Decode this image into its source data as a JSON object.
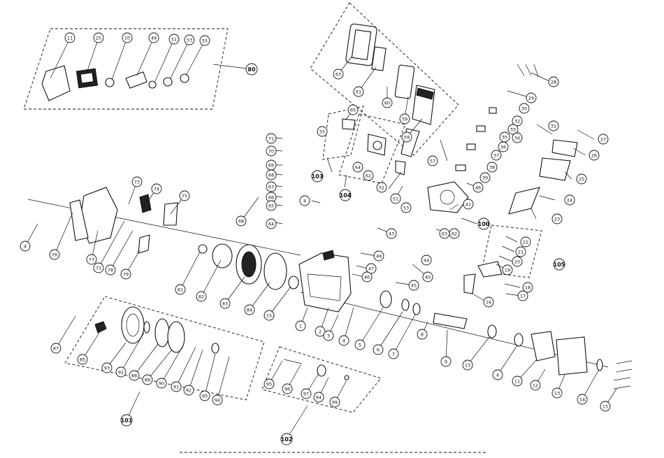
{
  "diagram": {
    "callouts": [
      {
        "id": "c11",
        "label": "11"
      },
      {
        "id": "c25",
        "label": "25"
      },
      {
        "id": "c10",
        "label": "10"
      },
      {
        "id": "c49",
        "label": "49"
      },
      {
        "id": "c51",
        "label": "51"
      },
      {
        "id": "c53",
        "label": "53"
      },
      {
        "id": "c55",
        "label": "55"
      },
      {
        "id": "c80",
        "label": "80"
      },
      {
        "id": "c63",
        "label": "63"
      },
      {
        "id": "c61",
        "label": "61"
      },
      {
        "id": "c60",
        "label": "60"
      },
      {
        "id": "c59a",
        "label": "59"
      },
      {
        "id": "c59b",
        "label": "59"
      },
      {
        "id": "c65",
        "label": "65"
      },
      {
        "id": "c55b",
        "label": "55"
      },
      {
        "id": "c64",
        "label": "64"
      },
      {
        "id": "c62",
        "label": "62"
      },
      {
        "id": "c103",
        "label": "103"
      },
      {
        "id": "c104",
        "label": "104"
      },
      {
        "id": "c52",
        "label": "52"
      },
      {
        "id": "c57",
        "label": "57"
      },
      {
        "id": "c28",
        "label": "28"
      },
      {
        "id": "c29",
        "label": "29"
      },
      {
        "id": "c30",
        "label": "30"
      },
      {
        "id": "c32",
        "label": "32"
      },
      {
        "id": "c31",
        "label": "31"
      },
      {
        "id": "c33",
        "label": "33"
      },
      {
        "id": "c34",
        "label": "34"
      },
      {
        "id": "c35",
        "label": "35"
      },
      {
        "id": "c36",
        "label": "36"
      },
      {
        "id": "c37",
        "label": "37"
      },
      {
        "id": "c38",
        "label": "38"
      },
      {
        "id": "c39",
        "label": "39"
      },
      {
        "id": "c27",
        "label": "27"
      },
      {
        "id": "c26",
        "label": "26"
      },
      {
        "id": "c25b",
        "label": "25"
      },
      {
        "id": "c24",
        "label": "24"
      },
      {
        "id": "c23",
        "label": "23"
      },
      {
        "id": "c71",
        "label": "71"
      },
      {
        "id": "c70",
        "label": "70"
      },
      {
        "id": "c69",
        "label": "69"
      },
      {
        "id": "c68",
        "label": "68"
      },
      {
        "id": "c67",
        "label": "67"
      },
      {
        "id": "c66",
        "label": "66"
      },
      {
        "id": "c65b",
        "label": "65"
      },
      {
        "id": "c64b",
        "label": "64"
      },
      {
        "id": "c4a",
        "label": "4"
      },
      {
        "id": "c68b",
        "label": "68"
      },
      {
        "id": "c73",
        "label": "73"
      },
      {
        "id": "c74",
        "label": "74"
      },
      {
        "id": "c75",
        "label": "75"
      },
      {
        "id": "c4b",
        "label": "4"
      },
      {
        "id": "c76",
        "label": "76"
      },
      {
        "id": "c77",
        "label": "77"
      },
      {
        "id": "c72",
        "label": "72"
      },
      {
        "id": "c78",
        "label": "78"
      },
      {
        "id": "c79",
        "label": "79"
      },
      {
        "id": "c51b",
        "label": "51"
      },
      {
        "id": "c53b",
        "label": "53"
      },
      {
        "id": "c41",
        "label": "41"
      },
      {
        "id": "c46",
        "label": "46"
      },
      {
        "id": "c100",
        "label": "100"
      },
      {
        "id": "c43",
        "label": "43"
      },
      {
        "id": "c63b",
        "label": "63"
      },
      {
        "id": "c62b",
        "label": "62"
      },
      {
        "id": "c40",
        "label": "40"
      },
      {
        "id": "c22",
        "label": "22"
      },
      {
        "id": "c21",
        "label": "21"
      },
      {
        "id": "c20",
        "label": "20"
      },
      {
        "id": "c19",
        "label": "19"
      },
      {
        "id": "c105",
        "label": "105"
      },
      {
        "id": "c18",
        "label": "18"
      },
      {
        "id": "c17",
        "label": "17"
      },
      {
        "id": "c16",
        "label": "16"
      },
      {
        "id": "c48",
        "label": "48"
      },
      {
        "id": "c44",
        "label": "44"
      },
      {
        "id": "c47",
        "label": "47"
      },
      {
        "id": "c46b",
        "label": "46"
      },
      {
        "id": "c45",
        "label": "45"
      },
      {
        "id": "c81",
        "label": "81"
      },
      {
        "id": "c82",
        "label": "82"
      },
      {
        "id": "c83",
        "label": "83"
      },
      {
        "id": "c84",
        "label": "84"
      },
      {
        "id": "c15",
        "label": "15"
      },
      {
        "id": "c1",
        "label": "1"
      },
      {
        "id": "c2",
        "label": "2"
      },
      {
        "id": "c3",
        "label": "3"
      },
      {
        "id": "c4c",
        "label": "4"
      },
      {
        "id": "c5",
        "label": "5"
      },
      {
        "id": "c6",
        "label": "6"
      },
      {
        "id": "c7",
        "label": "7"
      },
      {
        "id": "c8",
        "label": "8"
      },
      {
        "id": "c9",
        "label": "9"
      },
      {
        "id": "c13",
        "label": "13"
      },
      {
        "id": "c4d",
        "label": "4"
      },
      {
        "id": "c11b",
        "label": "11"
      },
      {
        "id": "c12",
        "label": "12"
      },
      {
        "id": "c13b",
        "label": "13"
      },
      {
        "id": "c14",
        "label": "14"
      },
      {
        "id": "c15b",
        "label": "15"
      },
      {
        "id": "c87",
        "label": "87"
      },
      {
        "id": "c85",
        "label": "85"
      },
      {
        "id": "c93",
        "label": "93"
      },
      {
        "id": "c92",
        "label": "92"
      },
      {
        "id": "c88",
        "label": "88"
      },
      {
        "id": "c89",
        "label": "89"
      },
      {
        "id": "c90",
        "label": "90"
      },
      {
        "id": "c91",
        "label": "91"
      },
      {
        "id": "c92b",
        "label": "92"
      },
      {
        "id": "c95",
        "label": "95"
      },
      {
        "id": "c94",
        "label": "94"
      },
      {
        "id": "c101",
        "label": "101"
      },
      {
        "id": "c95b",
        "label": "95"
      },
      {
        "id": "c96",
        "label": "96"
      },
      {
        "id": "c97",
        "label": "97"
      },
      {
        "id": "c94b",
        "label": "94"
      },
      {
        "id": "c99",
        "label": "99"
      },
      {
        "id": "c102",
        "label": "102"
      }
    ]
  }
}
